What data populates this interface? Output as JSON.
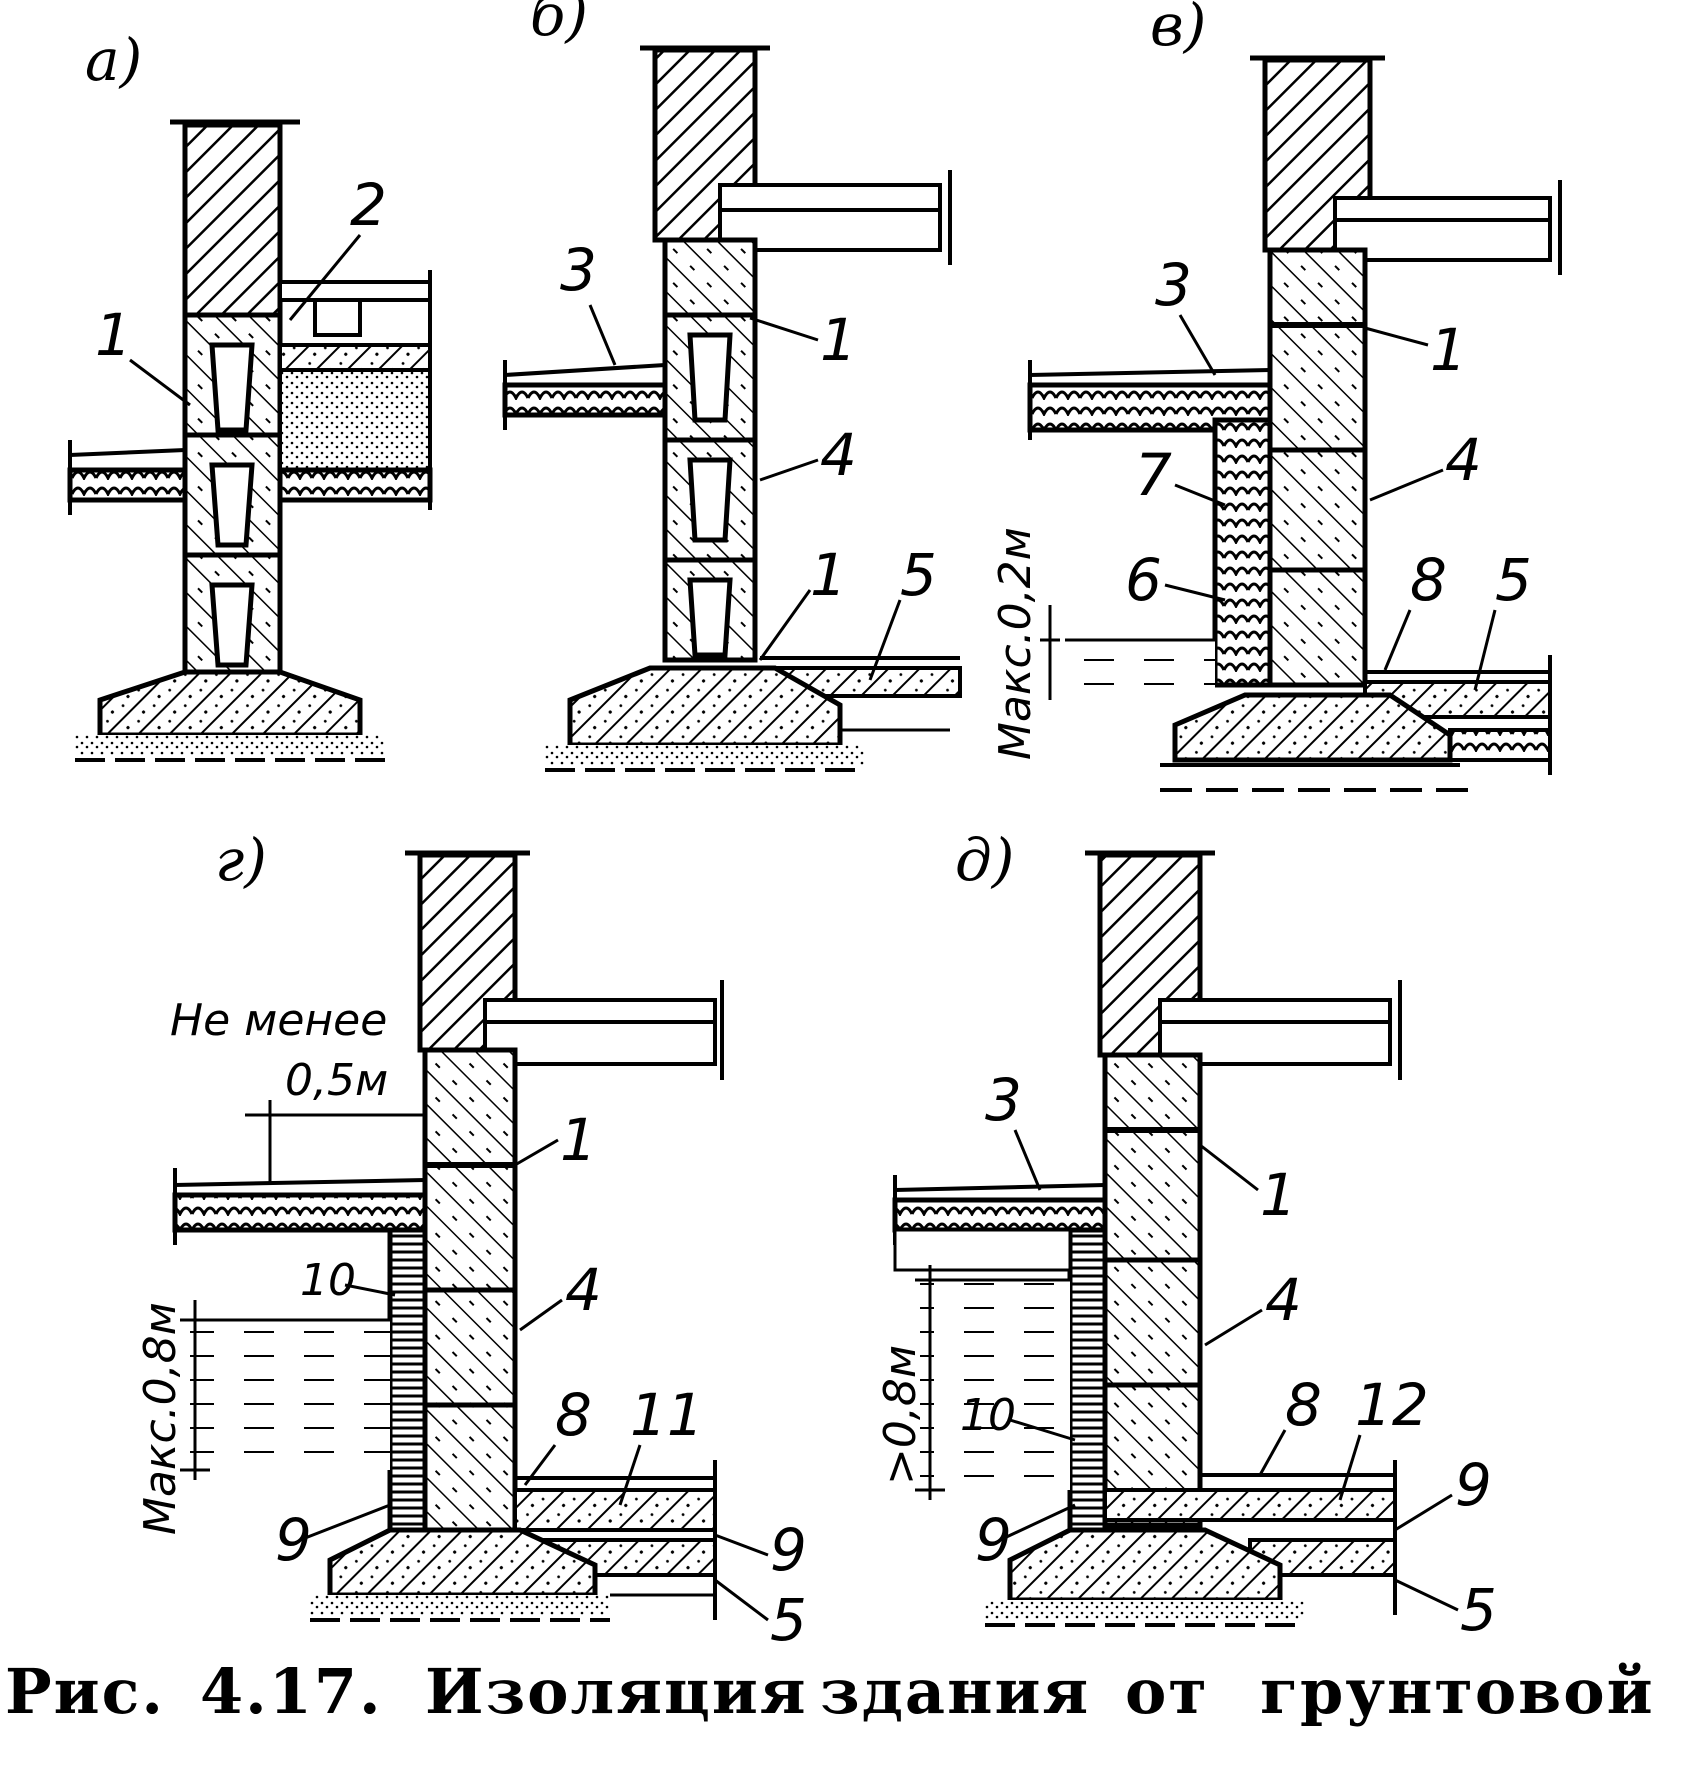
{
  "panels": {
    "a": {
      "label": "а)",
      "callouts": [
        "1",
        "2"
      ]
    },
    "b": {
      "label": "б)",
      "callouts": [
        "3",
        "1",
        "4",
        "1",
        "5"
      ]
    },
    "v": {
      "label": "в)",
      "callouts": [
        "3",
        "1",
        "7",
        "4",
        "6",
        "8",
        "5"
      ],
      "dimension": "Макс.0,2м"
    },
    "g": {
      "label": "г)",
      "callouts": [
        "1",
        "10",
        "4",
        "8",
        "11",
        "9",
        "9",
        "5"
      ],
      "dimension": "Макс.0,8м",
      "note_line1": "Не менее",
      "note_line2": "0,5м"
    },
    "d": {
      "label": "д)",
      "callouts": [
        "3",
        "1",
        "4",
        "8",
        "12",
        "9",
        "9",
        "5"
      ],
      "dimension": ">0,8м",
      "callout_10": "10"
    }
  },
  "caption": {
    "prefix": "Рис.",
    "number": "4.17.",
    "word1": "Изоляция",
    "word2": "здания",
    "word3": "от",
    "word4": "грунтовой"
  }
}
